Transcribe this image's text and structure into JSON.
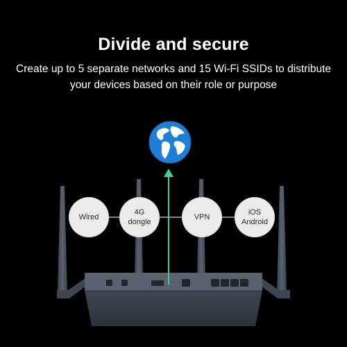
{
  "heading": {
    "title": "Divide and secure",
    "subtitle": "Create up to 5 separate networks and 15 Wi-Fi SSIDs to distribute your devices based on their role or purpose"
  },
  "diagram": {
    "nodes": [
      {
        "label": "Wired"
      },
      {
        "label": "4G\ndongle"
      },
      {
        "label": "VPN"
      },
      {
        "label": "iOS\nAndroid"
      }
    ],
    "uplink_color": "#3ecf9a",
    "globe_icon": "globe-icon",
    "device_icon": "router-icon"
  }
}
